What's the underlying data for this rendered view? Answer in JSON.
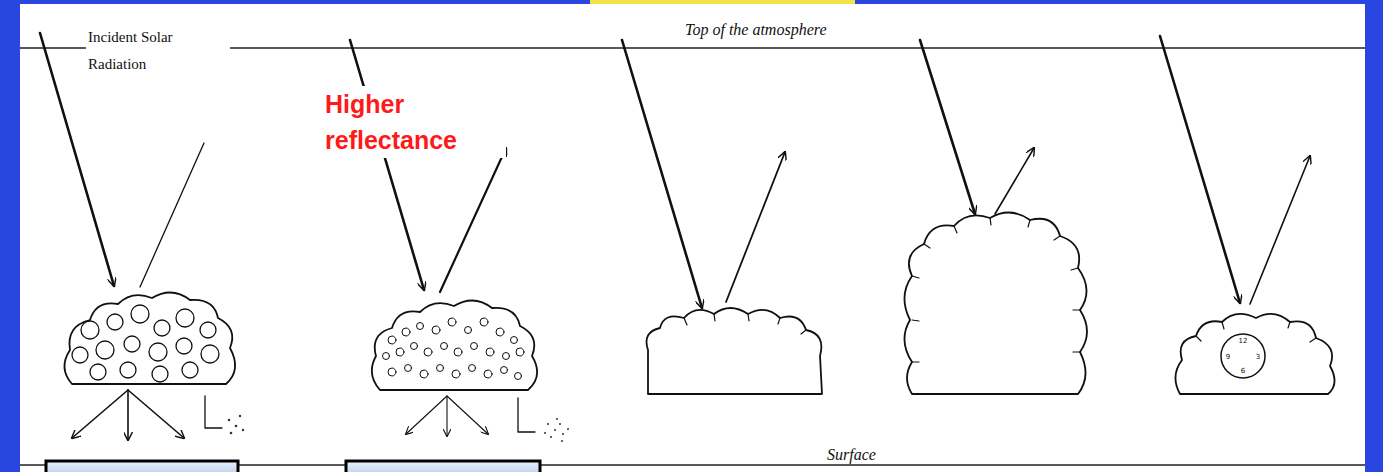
{
  "diagram": {
    "labels": [
      "Incident Solar Radiation",
      "Top of the atmosphere",
      "Higher reflectance",
      "Surface",
      "12",
      "3",
      "6",
      "9"
    ]
  }
}
